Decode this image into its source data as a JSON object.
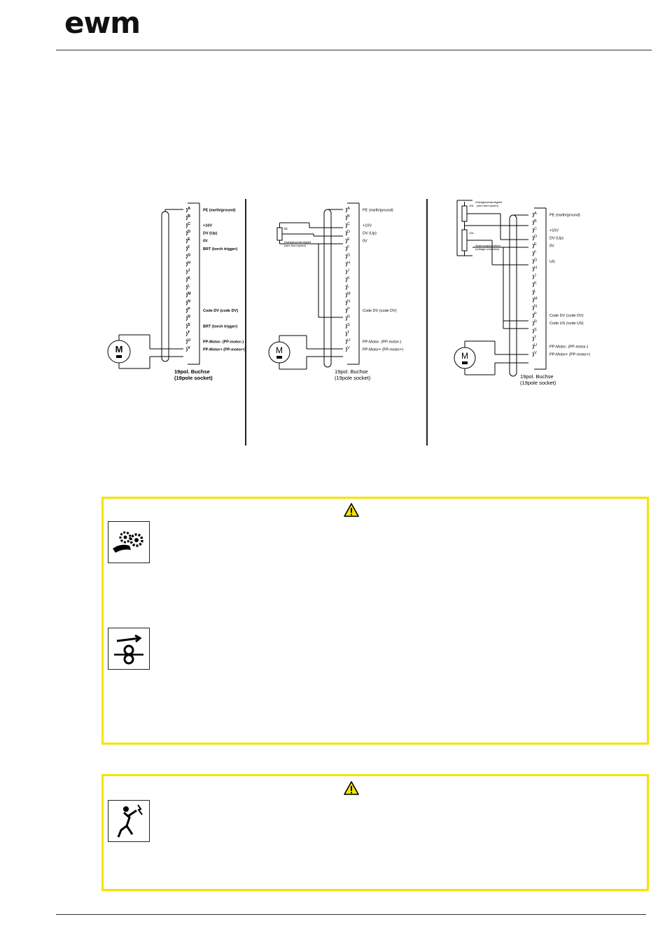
{
  "header": {
    "logo_text": "ewm"
  },
  "diagram_left": {
    "pins": [
      "A",
      "B",
      "C",
      "D",
      "E",
      "F",
      "G",
      "H",
      "J",
      "K",
      "L",
      "M",
      "N",
      "P",
      "R",
      "S",
      "T",
      "U",
      "V"
    ],
    "labels": {
      "A": "PE (earth/ground)",
      "C": "+10V",
      "D": "DV (Up)",
      "E": "0V",
      "F": "BRT (torch trigger)",
      "P": "Code DV (code DV)",
      "S": "BRT (torch trigger)",
      "U": "PP-Motor- (PP-motor-)",
      "V": "PP-Motor+ (PP-motor+)"
    },
    "motor_label": "M",
    "socket_line1": "19pol. Buchse",
    "socket_line2": "(19pole socket)"
  },
  "diagram_middle": {
    "pins": [
      "A",
      "B",
      "C",
      "D",
      "E",
      "F",
      "G",
      "H",
      "J",
      "K",
      "L",
      "M",
      "N",
      "P",
      "R",
      "S",
      "T",
      "U",
      "V"
    ],
    "labels": {
      "A": "PE (earth/ground)",
      "C": "+10V",
      "D": "DV (Up)",
      "E": "0V",
      "P": "Code DV (code DV)",
      "U": "PP-Motor- (PP-motor-)",
      "V": "PP-Motor+ (PP-motor+)"
    },
    "pot_value": "5k",
    "pot_label_line1": "Drahtgeschwindigkeit",
    "pot_label_line2": "(wire feed speed)",
    "motor_label": "M",
    "socket_line1": "19pol. Buchse",
    "socket_line2": "(19pole socket)"
  },
  "diagram_right": {
    "pins": [
      "A",
      "B",
      "C",
      "D",
      "E",
      "F",
      "G",
      "H",
      "J",
      "K",
      "L",
      "M",
      "N",
      "P",
      "R",
      "S",
      "T",
      "U",
      "V"
    ],
    "labels": {
      "A": "PE (earth/ground)",
      "C": "+10V",
      "D": "DV (Up)",
      "E": "0V",
      "G": "US",
      "P": "Code DV (code DV)",
      "R": "Code US (code US)",
      "U": "PP-Motor- (PP-motor-)",
      "V": "PP-Motor+ (PP-motor+)"
    },
    "pot1_value": "10k",
    "pot1_label_line1": "Drahtgeschwindigkeit",
    "pot1_label_line2": "(wire feed speed)",
    "pot2_value": "10k",
    "pot2_label_line1": "Spannungskorrektur",
    "pot2_label_line2": "(voltage correction)",
    "motor_label": "M",
    "socket_line1": "19pol. Buchse",
    "socket_line2": "(19pole socket)"
  },
  "warning_box_1": {
    "icons": [
      "rotating-gears-hand-icon",
      "wire-feed-rollers-icon"
    ],
    "symbol": "warning-triangle-icon"
  },
  "warning_box_2": {
    "icons": [
      "electric-shock-person-icon"
    ],
    "symbol": "warning-triangle-icon"
  },
  "colors": {
    "warning_border": "#f3e400",
    "logo_accent": "#d31f26"
  }
}
